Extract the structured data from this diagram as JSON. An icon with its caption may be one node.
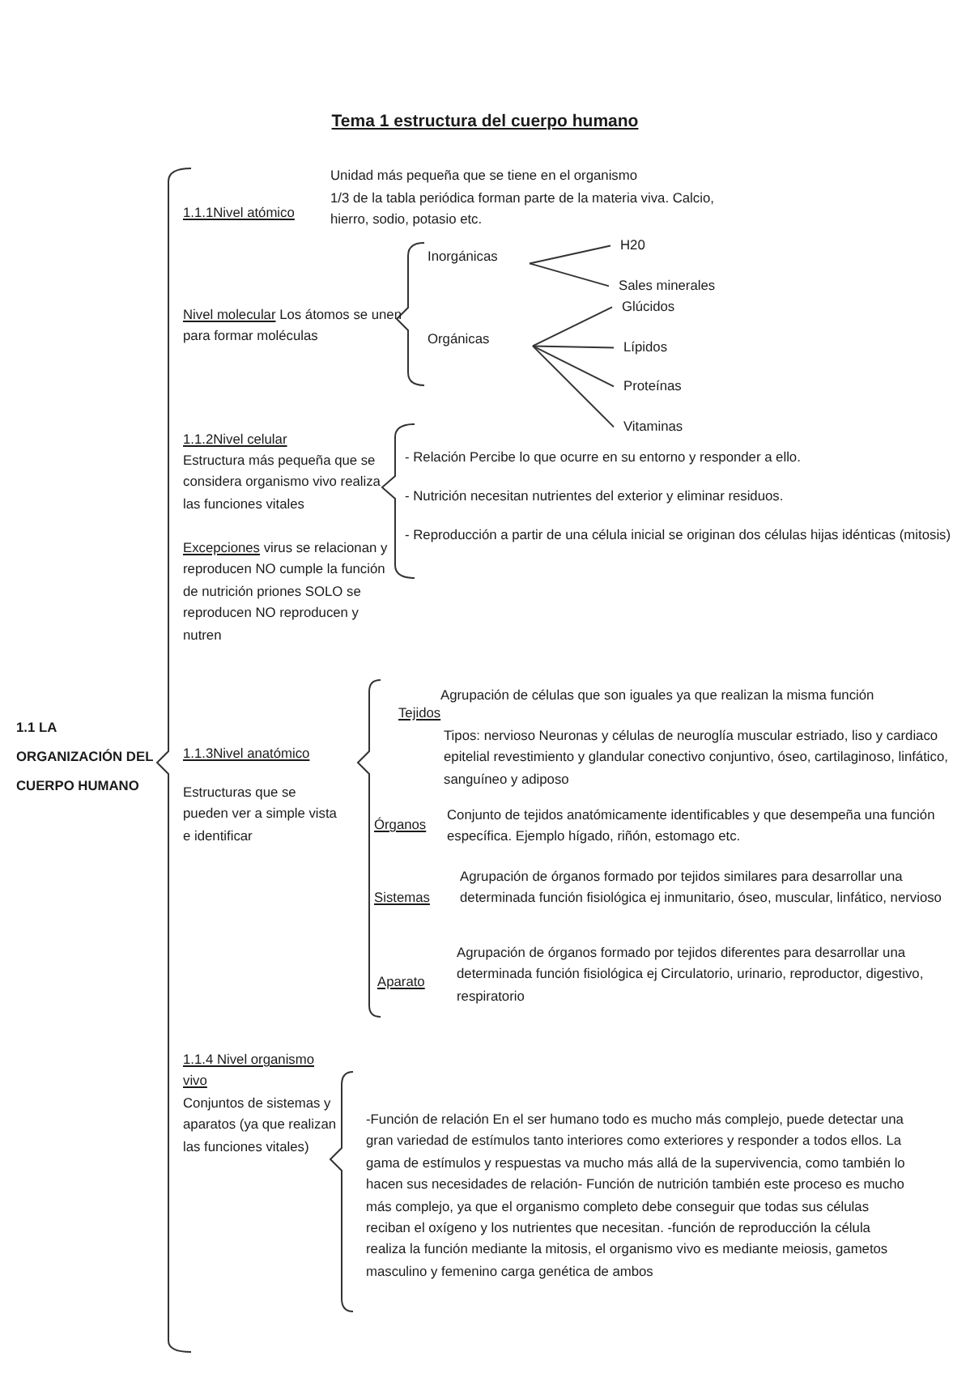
{
  "diagram": {
    "title": "Tema 1 estructura del cuerpo humano",
    "nodes": [
      {
        "text": [
          "Inorgánicas"
        ]
      },
      {
        "text": [
          "H20"
        ]
      },
      {
        "text": [
          "Sales minerales"
        ]
      },
      {
        "text": [
          "Orgánicas"
        ]
      },
      {
        "text": [
          "Glúcidos"
        ]
      },
      {
        "text": [
          "Lípidos"
        ]
      },
      {
        "text": [
          "Proteínas"
        ]
      },
      {
        "text": [
          "Vitaminas"
        ]
      }
    ],
    "edges": [
      {
        "from": 0,
        "to": 1,
        "arrow": "none"
      },
      {
        "from": 0,
        "to": 2,
        "arrow": "none"
      },
      {
        "from": 3,
        "to": 4,
        "arrow": "none"
      },
      {
        "from": 3,
        "to": 5,
        "arrow": "none"
      },
      {
        "from": 3,
        "to": 6,
        "arrow": "none"
      },
      {
        "from": 3,
        "to": 7,
        "arrow": "none"
      }
    ],
    "labels": [
      "1.1.1Nivel atómico",
      "Unidad más pequeña que se tiene en el organismo",
      "1/3 de la tabla periódica forman parte de la materia viva. Calcio, hierro, sodio, potasio etc.",
      "Nivel molecular",
      "Los átomos se unen para formar moléculas",
      "1.1.2Nivel celular",
      "Estructura más pequeña que se considera organismo vivo realiza las funciones vitales",
      "Excepciones",
      "virus se relacionan y reproducen NO cumple la función de nutrición priones SOLO se reproducen NO reproducen y nutren",
      "- Relación Percibe lo que ocurre en su entorno y responder a ello.",
      "- Nutrición necesitan nutrientes del exterior y eliminar residuos.",
      "- Reproducción a partir de una célula inicial se originan dos células hijas idénticas (mitosis)",
      "1.1 LA ORGANIZACIÓN DEL CUERPO HUMANO",
      "1.1.3Nivel anatómico",
      "Estructuras que se pueden ver a simple vista e identificar",
      "Tejidos",
      "Agrupación de células que son iguales ya que realizan la misma función",
      "Tipos: nervioso Neuronas y células de neuroglía muscular estriado, liso y cardiaco epitelial revestimiento y glandular conectivo conjuntivo, óseo, cartilaginoso, linfático, sanguíneo y adiposo",
      "Órganos",
      "Conjunto de tejidos anatómicamente identificables y que desempeña una función específica. Ejemplo hígado, riñón, estomago etc.",
      "Sistemas",
      "Agrupación de órganos formado por tejidos similares para desarrollar una determinada función fisiológica ej inmunitario, óseo, muscular, linfático, nervioso",
      "Aparato",
      "Agrupación de órganos formado por tejidos diferentes para desarrollar una determinada función fisiológica ej Circulatorio, urinario, reproductor, digestivo, respiratorio",
      "1.1.4 Nivel organismo vivo",
      "Conjuntos de sistemas y aparatos (ya que realizan las funciones vitales)",
      "-Función de relación En el ser humano todo es mucho más complejo, puede detectar una gran variedad de estímulos tanto interiores como exteriores y responder a todos ellos. La gama de estímulos y respuestas va mucho más allá de la supervivencia, como también lo hacen sus necesidades de relación- Función de nutrición también este proceso es mucho más complejo, ya que el organismo completo debe conseguir que todas sus células reciban el oxígeno y los nutrientes que necesitan. -función de reproducción la célula realiza la función mediante la mitosis, el organismo vivo es mediante meiosis, gametos masculino y femenino carga genética de ambos"
    ]
  }
}
